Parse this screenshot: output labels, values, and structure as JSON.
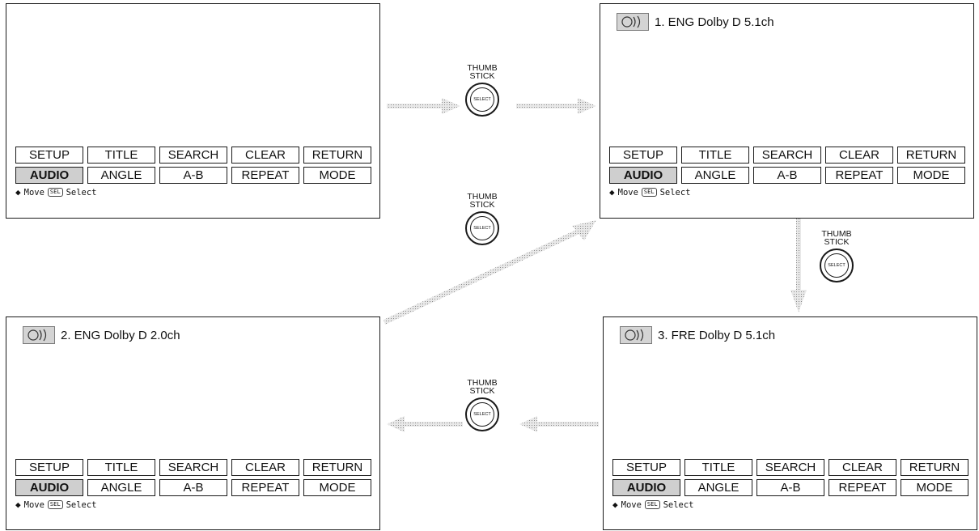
{
  "screens": {
    "a": {
      "track": ""
    },
    "b": {
      "track": "1. ENG Dolby D 5.1ch"
    },
    "c": {
      "track": "2. ENG Dolby D 2.0ch"
    },
    "d": {
      "track": "3. FRE Dolby D 5.1ch"
    }
  },
  "menu": {
    "row1": [
      "SETUP",
      "TITLE",
      "SEARCH",
      "CLEAR",
      "RETURN"
    ],
    "row2": [
      "AUDIO",
      "ANGLE",
      "A-B",
      "REPEAT",
      "MODE"
    ],
    "active": "AUDIO"
  },
  "hint": {
    "move_icon": "◆",
    "move": "Move",
    "sel_badge": "SEL",
    "select": "Select"
  },
  "thumbstick": {
    "label_line1": "THUMB",
    "label_line2": "STICK",
    "button": "SELECT"
  },
  "colors": {
    "active_bg": "#cfcfcf",
    "arrow": "#b8b8b8",
    "border": "#1a1a1a"
  },
  "icons": {
    "audio": "audio-wave-icon",
    "move": "direction-pad-icon",
    "thumb": "thumbstick-select-icon"
  }
}
